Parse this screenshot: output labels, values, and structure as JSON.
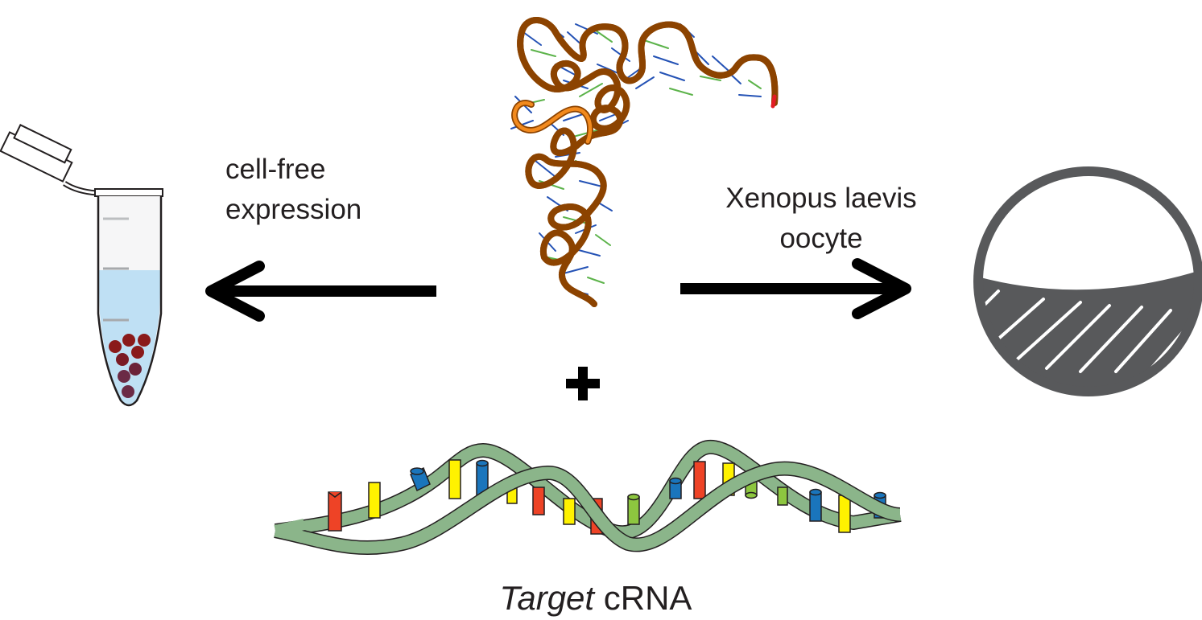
{
  "labels": {
    "cell_free_line1": "cell-free",
    "cell_free_line2": "expression",
    "xenopus_line1": "Xenopus laevis",
    "xenopus_line2": "oocyte",
    "target_italic": "Target",
    "target_rest": " cRNA"
  },
  "icons": {
    "tube": "microcentrifuge-tube-icon",
    "ribozyme": "rna-3d-structure-icon",
    "oocyte": "oocyte-icon",
    "target": "rna-helix-icon",
    "plus": "plus-icon",
    "arrow_left": "arrow-left-icon",
    "arrow_right": "arrow-right-icon"
  },
  "colors": {
    "text": "#231f20",
    "ribbon_orange": "#e8821e",
    "base_blue": "#2452b5",
    "base_green": "#5cb34a",
    "tube_liquid": "#bfe0f4",
    "bead": "#8a1a1a",
    "oocyte_dark": "#58595b",
    "helix_green": "#8bb58a",
    "base_red": "#ee4326",
    "base_yellow": "#fff200",
    "base_cyan": "#1a75bc",
    "base_lightgreen": "#8dc63f"
  }
}
